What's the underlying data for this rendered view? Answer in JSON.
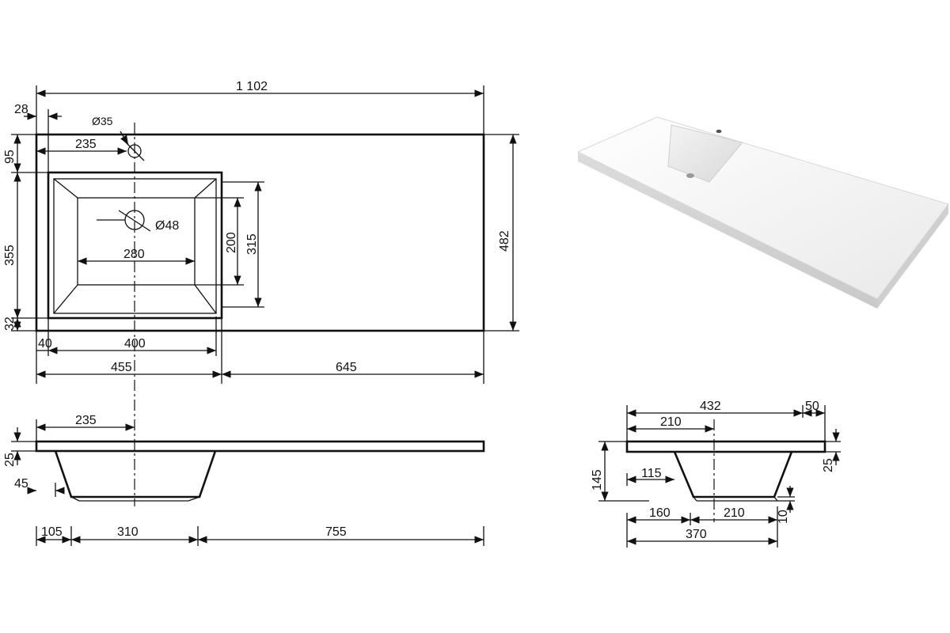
{
  "top_view": {
    "total_width": "1 102",
    "edge_offset": "28",
    "tap_hole_diameter": "Ø35",
    "tap_offset": "235",
    "top_margin": "95",
    "bowl_depth": "355",
    "front_margin": "32",
    "drain_diameter": "Ø48",
    "bowl_inner_width": "280",
    "bowl_inner_depth": "200",
    "bowl_outer_depth": "315",
    "total_depth": "482",
    "left_margin": "40",
    "bowl_width": "400",
    "bowl_section": "455",
    "counter_section": "645"
  },
  "front_view": {
    "center_offset": "235",
    "slab_thickness": "25",
    "side_offset": "45",
    "left_part": "105",
    "bowl_part": "310",
    "right_part": "755"
  },
  "side_view": {
    "depth": "432",
    "back_margin": "50",
    "center_offset": "210",
    "slab_thickness": "25",
    "total_height": "145",
    "inner_offset": "115",
    "bottom_thickness": "10",
    "front_part": "160",
    "bottom_width": "210",
    "bottom_total": "370"
  }
}
